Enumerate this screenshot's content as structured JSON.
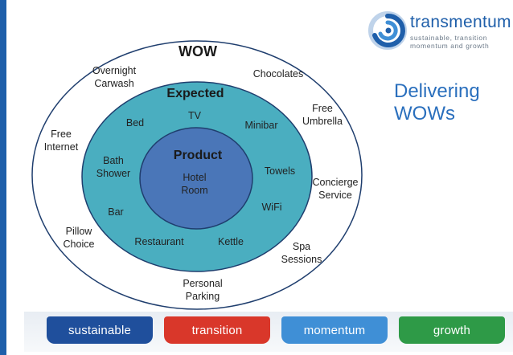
{
  "circles": {
    "outer_title": "WOW",
    "middle_title": "Expected",
    "inner_title": "Product"
  },
  "product_items": {
    "hotel_room": "Hotel\nRoom"
  },
  "expected_items": {
    "tv": "TV",
    "bed": "Bed",
    "minibar": "Minibar",
    "bath_shower": "Bath\nShower",
    "towels": "Towels",
    "bar": "Bar",
    "wifi": "WiFi",
    "restaurant": "Restaurant",
    "kettle": "Kettle"
  },
  "wow_items": {
    "overnight_carwash": "Overnight\nCarwash",
    "chocolates": "Chocolates",
    "free_umbrella": "Free\nUmbrella",
    "free_internet": "Free\nInternet",
    "concierge_service": "Concierge\nService",
    "pillow_choice": "Pillow\nChoice",
    "spa_sessions": "Spa\nSessions",
    "personal_parking": "Personal\nParking"
  },
  "brand": {
    "name": "transmentum",
    "tagline": "sustainable, transition\nmomentum and growth",
    "logo_icon": "swirl-icon"
  },
  "headline": "Delivering\nWOWs",
  "footer_pills": [
    {
      "label": "sustainable",
      "color": "#1f4f9c"
    },
    {
      "label": "transition",
      "color": "#d9372a"
    },
    {
      "label": "momentum",
      "color": "#3f8fd6"
    },
    {
      "label": "growth",
      "color": "#2e9a47"
    }
  ],
  "colors": {
    "accent": "#2a6fbd",
    "middle_fill": "#4aaec0",
    "inner_fill": "#4a76b8"
  }
}
